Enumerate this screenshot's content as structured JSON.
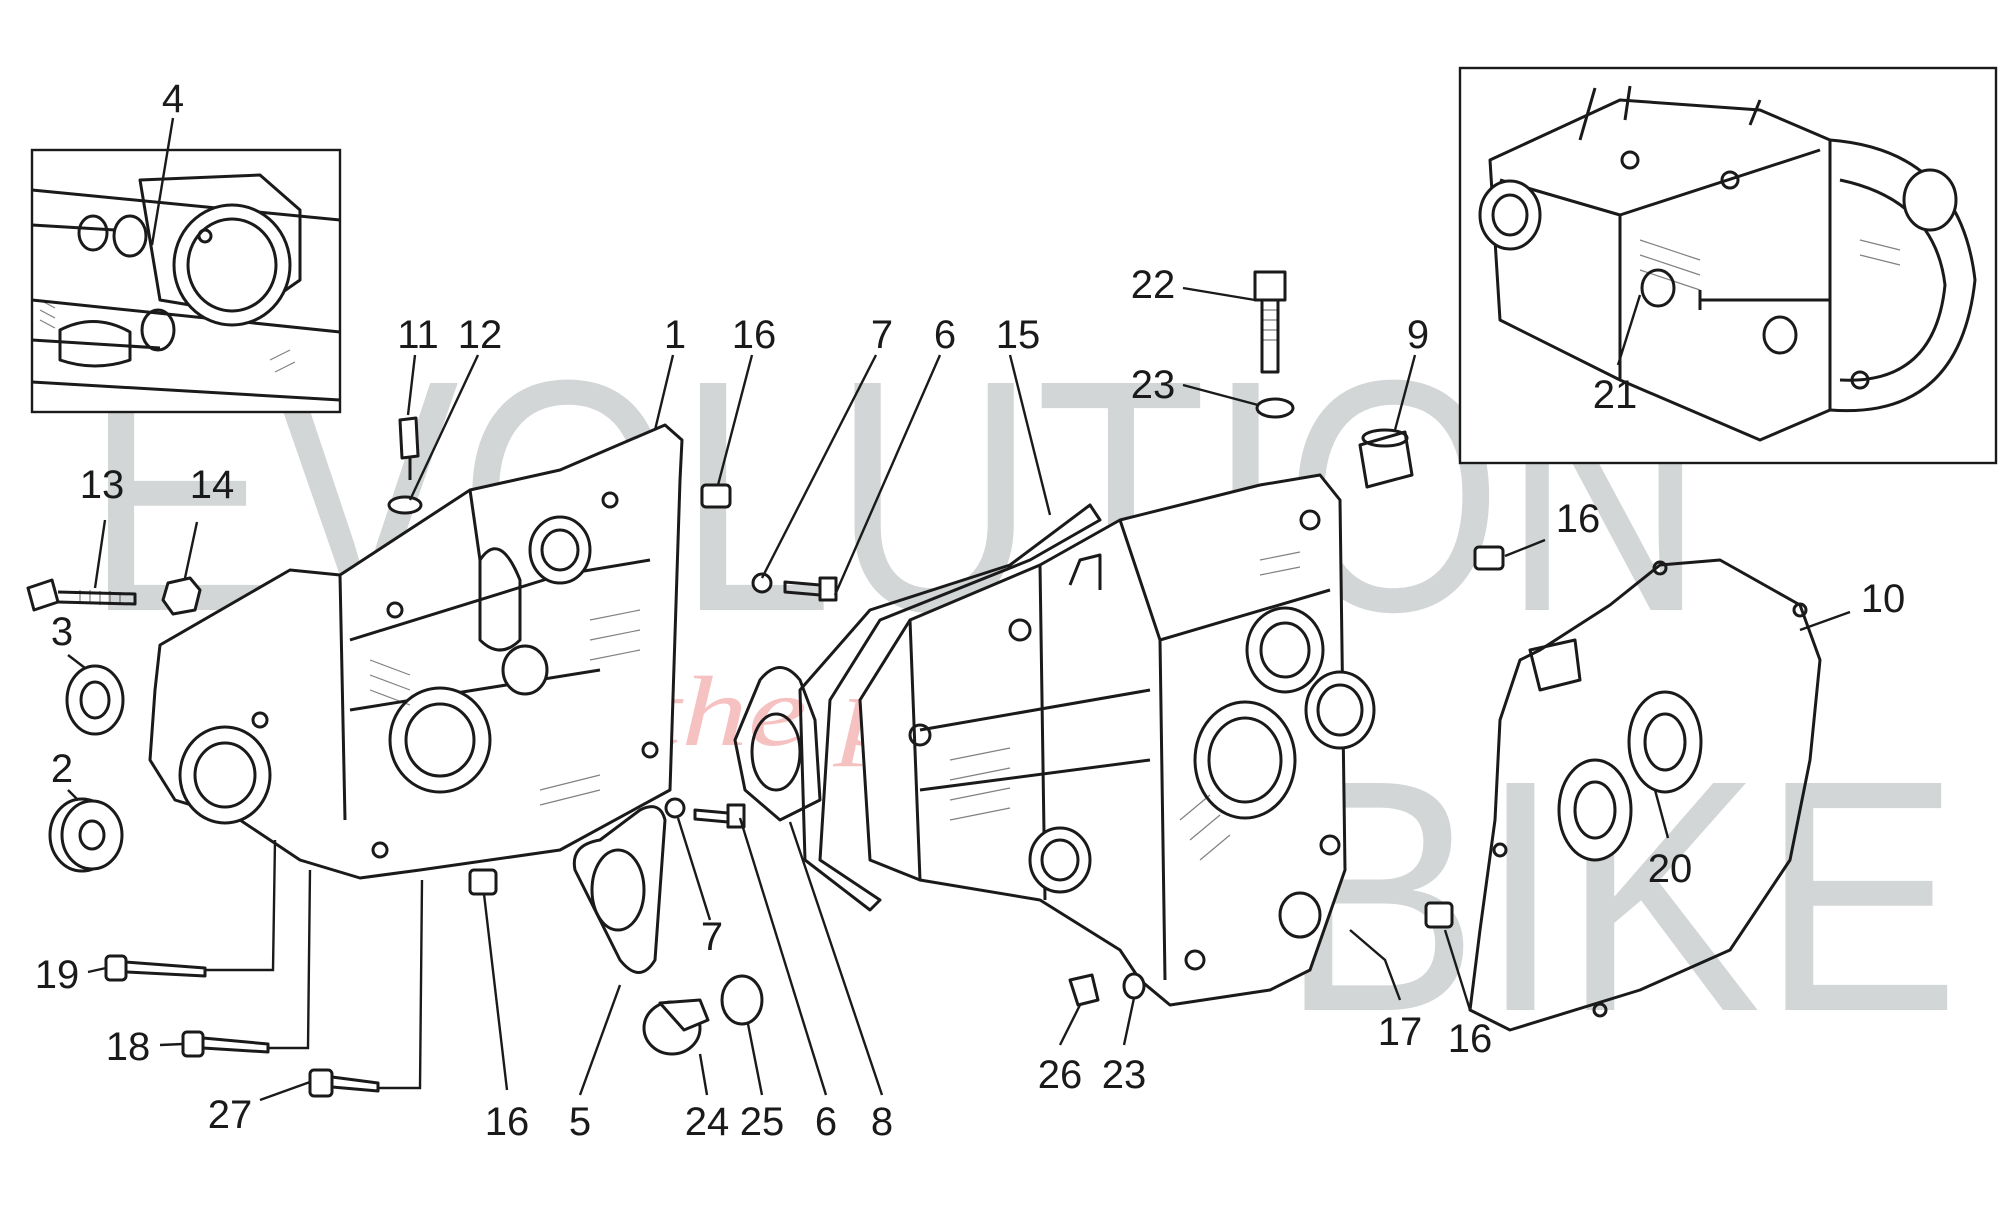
{
  "watermark": {
    "brand_top": "EVOLUTION",
    "brand_bottom": "BIKE",
    "slogan": "ride the power",
    "brand_color": "#b9bdbd",
    "slogan_color": "#f08f8f"
  },
  "callouts": [
    "4",
    "11",
    "12",
    "1",
    "16",
    "7",
    "6",
    "15",
    "22",
    "23",
    "9",
    "21",
    "13",
    "14",
    "3",
    "2",
    "16",
    "10",
    "20",
    "19",
    "18",
    "27",
    "16",
    "5",
    "7",
    "24",
    "25",
    "6",
    "8",
    "26",
    "23",
    "17",
    "16"
  ],
  "colors": {
    "line": "#1a1a1a",
    "background": "#ffffff"
  }
}
